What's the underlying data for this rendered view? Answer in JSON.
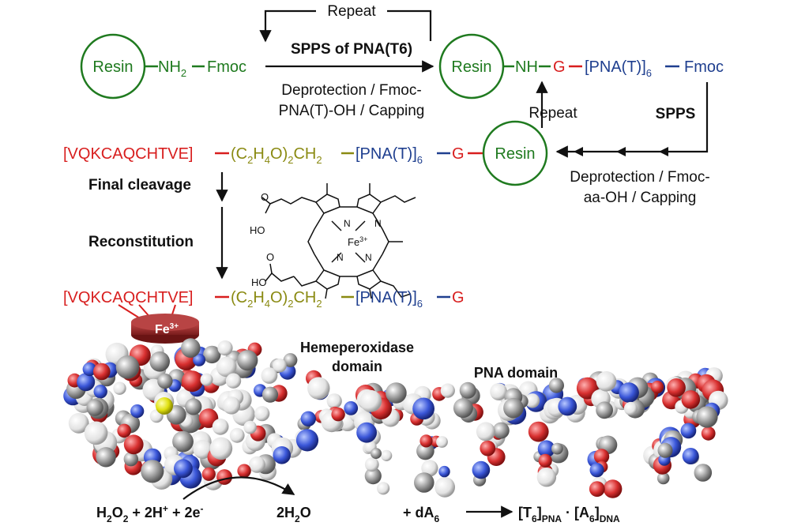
{
  "colors": {
    "green": "#1f7a1f",
    "red": "#d81e1e",
    "blue": "#1f3f8f",
    "olive": "#8a8a12",
    "black": "#111111",
    "heme_disc": "#a83232"
  },
  "top_loop": {
    "repeat": "Repeat"
  },
  "resin_left": {
    "resin": "Resin",
    "nh2": "NH",
    "nh2_sub": "2",
    "fmoc": "Fmoc"
  },
  "step1": {
    "title": "SPPS of PNA(T6)",
    "line1": "Deprotection / Fmoc-",
    "line2": "PNA(T)-OH / Capping"
  },
  "resin_right": {
    "resin": "Resin",
    "nh": "NH",
    "g": "G",
    "pna": "[PNA(T)]",
    "pna_sub": "6",
    "fmoc": "Fmoc"
  },
  "right_loop": {
    "repeat": "Repeat",
    "spps": "SPPS"
  },
  "step2": {
    "line1": "Deprotection / Fmoc-",
    "line2": "aa-OH / Capping"
  },
  "mid_row": {
    "peptide": "[VQKCAQCHTVE]",
    "linker_a": "(C",
    "linker_a_sub": "2",
    "linker_b": "H",
    "linker_b_sub": "4",
    "linker_c": "O)",
    "linker_c_sub": "2",
    "linker_d": "CH",
    "linker_d_sub": "2",
    "pna": "[PNA(T)]",
    "pna_sub": "6",
    "g": "G",
    "resin": "Resin"
  },
  "left_steps": {
    "cleavage": "Final cleavage",
    "reconstitution": "Reconstitution"
  },
  "heme_struct": {
    "ho_top": "HO",
    "ho_bottom": "HO",
    "o_top": "O",
    "o_bottom": "O",
    "fe": "Fe",
    "fe_charge": "3+",
    "n": "N"
  },
  "bottom_row": {
    "peptide": "[VQKCAQCHTVE]",
    "linker_a": "(C",
    "linker_a_sub": "2",
    "linker_b": "H",
    "linker_b_sub": "4",
    "linker_c": "O)",
    "linker_c_sub": "2",
    "linker_d": "CH",
    "linker_d_sub": "2",
    "pna": "[PNA(T)]",
    "pna_sub": "6",
    "g": "G",
    "fe": "Fe",
    "fe_charge": "3+"
  },
  "domains": {
    "heme_line1": "Hemeperoxidase",
    "heme_line2": "domain",
    "pna": "PNA domain"
  },
  "reaction": {
    "h2o2": "H",
    "h2o2_sub1": "2",
    "h2o2_o": "O",
    "h2o2_sub2": "2",
    "plus_h": " + 2H",
    "h_sup": "+",
    "plus_e": " + 2e",
    "e_sup": "-",
    "water": "2H",
    "water_sub": "2",
    "water_o": "O"
  },
  "hybrid": {
    "plus_da": "+ dA",
    "da_sub": "6",
    "t6": "[T",
    "t6_sub": "6",
    "t6_close": "]",
    "t6_sub2": "PNA",
    "dot": " · ",
    "a6": "[A",
    "a6_sub": "6",
    "a6_close": "]",
    "a6_sub2": "DNA"
  }
}
